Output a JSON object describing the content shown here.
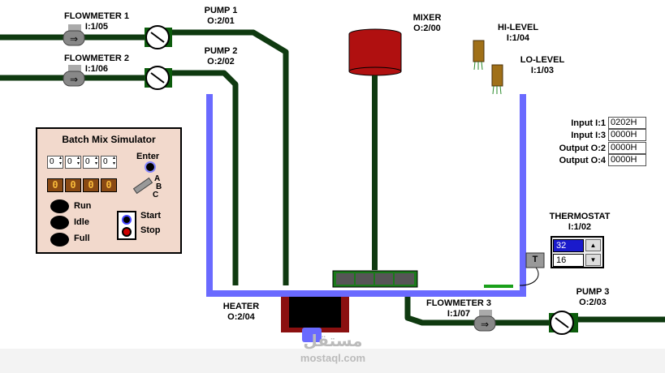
{
  "labels": {
    "flowmeter1": {
      "name": "FLOWMETER 1",
      "addr": "I:1/05"
    },
    "flowmeter2": {
      "name": "FLOWMETER 2",
      "addr": "I:1/06"
    },
    "flowmeter3": {
      "name": "FLOWMETER 3",
      "addr": "I:1/07"
    },
    "pump1": {
      "name": "PUMP 1",
      "addr": "O:2/01"
    },
    "pump2": {
      "name": "PUMP 2",
      "addr": "O:2/02"
    },
    "pump3": {
      "name": "PUMP 3",
      "addr": "O:2/03"
    },
    "mixer": {
      "name": "MIXER",
      "addr": "O:2/00"
    },
    "hilevel": {
      "name": "HI-LEVEL",
      "addr": "I:1/04"
    },
    "lolevel": {
      "name": "LO-LEVEL",
      "addr": "I:1/03"
    },
    "heater": {
      "name": "HEATER",
      "addr": "O:2/04"
    },
    "thermostat": {
      "name": "THERMOSTAT",
      "addr": "I:1/02"
    }
  },
  "panel": {
    "title": "Batch Mix Simulator",
    "thumbwheels": [
      "0",
      "0",
      "0",
      "0"
    ],
    "display_digits": [
      "0",
      "0",
      "0",
      "0"
    ],
    "enter_label": "Enter",
    "abc": [
      "A",
      "B",
      "C"
    ],
    "lamps": [
      "Run",
      "Idle",
      "Full"
    ],
    "start_label": "Start",
    "stop_label": "Stop"
  },
  "status": [
    {
      "label": "Input I:1",
      "value": "0202H"
    },
    {
      "label": "Input I:3",
      "value": "0000H"
    },
    {
      "label": "Output O:2",
      "value": "0000H"
    },
    {
      "label": "Output O:4",
      "value": "0000H"
    }
  ],
  "thermostat": {
    "setpoint": "32",
    "actual": "16",
    "sensor_symbol": "T"
  },
  "watermark": {
    "logo": "مستقل",
    "url": "mostaql.com"
  },
  "colors": {
    "pipe": "#0f3a10",
    "tank": "#6a6aff",
    "mixer": "#b01010",
    "heater": "#8b1010",
    "pump": "#0c5c0c",
    "display_bg": "#8a4a14",
    "panel_bg": "#f2d9cc",
    "setpoint_bg": "#1a1acc"
  }
}
